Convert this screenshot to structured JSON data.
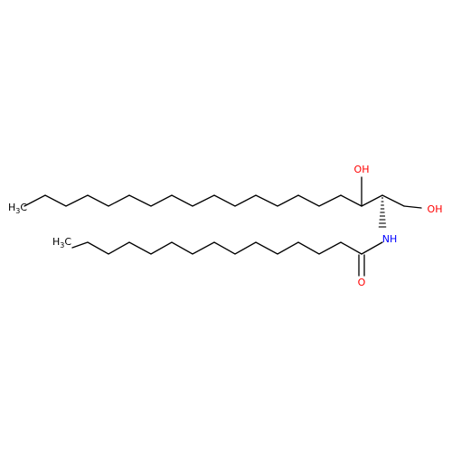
{
  "molecule": {
    "labels": {
      "oh_upper": "OH",
      "oh_right": "OH",
      "nh": "NH",
      "o": "O",
      "ch3_upper_c": "H",
      "ch3_upper_sub": "3",
      "ch3_upper_end": "C",
      "ch3_lower_c": "H",
      "ch3_lower_sub": "3",
      "ch3_lower_end": "C"
    },
    "colors": {
      "bond": "#000000",
      "oxygen": "#ff0000",
      "nitrogen": "#0000ff",
      "carbon": "#000000"
    }
  }
}
